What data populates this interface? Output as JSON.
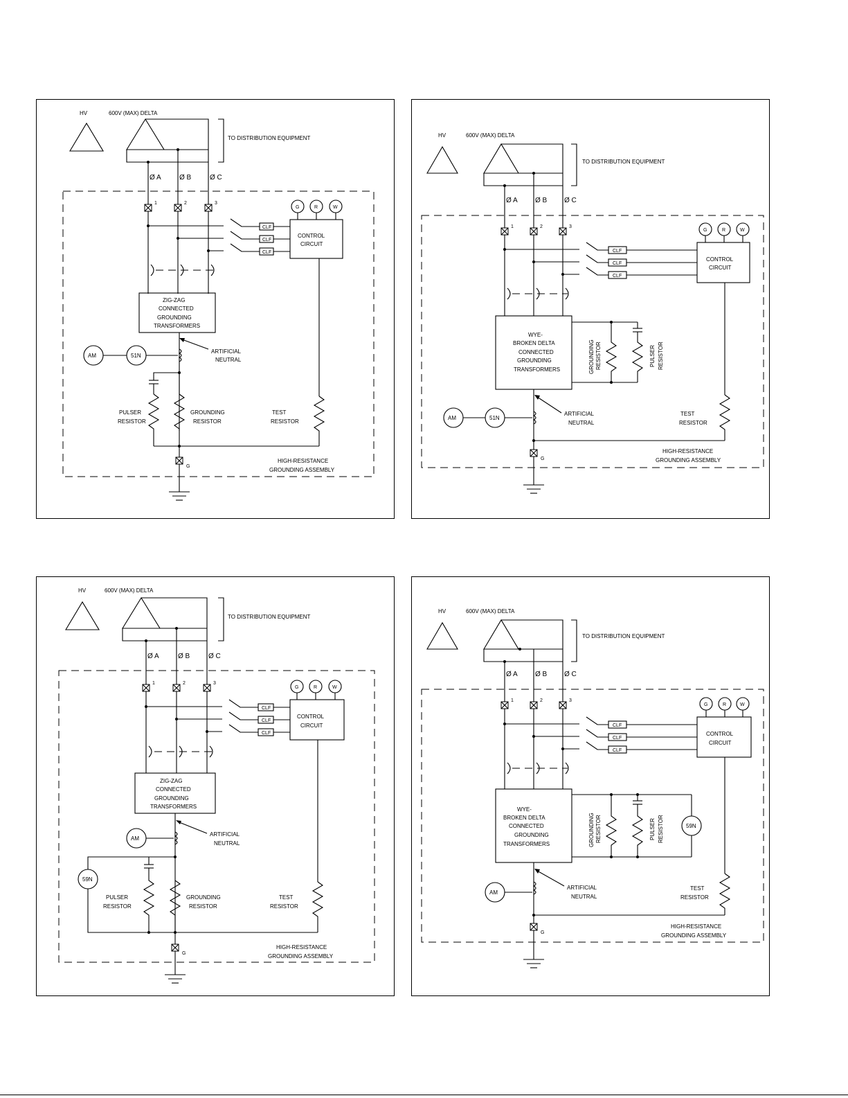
{
  "colors": {
    "ink": "#000000",
    "paper": "#ffffff"
  },
  "diagrams": [
    {
      "hv": "HV",
      "delta": "600V (MAX) DELTA",
      "dist": "TO DISTRIBUTION EQUIPMENT",
      "phases": [
        "Ø A",
        "Ø B",
        "Ø C"
      ],
      "breakers": [
        "1",
        "2",
        "3"
      ],
      "lamps": [
        "G",
        "R",
        "W"
      ],
      "clf": "CLF",
      "control": [
        "CONTROL",
        "CIRCUIT"
      ],
      "transformer": [
        "ZIG-ZAG",
        "CONNECTED",
        "GROUNDING",
        "TRANSFORMERS"
      ],
      "neutral": [
        "ARTIFICIAL",
        "NEUTRAL"
      ],
      "am": "AM",
      "relay": "51N",
      "pulser": [
        "PULSER",
        "RESISTOR"
      ],
      "grounding": [
        "GROUNDING",
        "RESISTOR"
      ],
      "test": [
        "TEST",
        "RESISTOR"
      ],
      "assembly": [
        "HIGH-RESISTANCE",
        "GROUNDING ASSEMBLY"
      ],
      "g": "G"
    },
    {
      "hv": "HV",
      "delta": "600V (MAX) DELTA",
      "dist": "TO DISTRIBUTION EQUIPMENT",
      "phases": [
        "Ø A",
        "Ø B",
        "Ø C"
      ],
      "breakers": [
        "1",
        "2",
        "3"
      ],
      "lamps": [
        "G",
        "R",
        "W"
      ],
      "clf": "CLF",
      "control": [
        "CONTROL",
        "CIRCUIT"
      ],
      "transformer": [
        "WYE-",
        "BROKEN DELTA",
        "CONNECTED",
        "GROUNDING",
        "TRANSFORMERS"
      ],
      "neutral": [
        "ARTIFICIAL",
        "NEUTRAL"
      ],
      "am": "AM",
      "relay": "51N",
      "grounding": [
        "GROUNDING",
        "RESISTOR"
      ],
      "pulser": [
        "PULSER",
        "RESISTOR"
      ],
      "test": [
        "TEST",
        "RESISTOR"
      ],
      "assembly": [
        "HIGH-RESISTANCE",
        "GROUNDING ASSEMBLY"
      ],
      "g": "G"
    },
    {
      "hv": "HV",
      "delta": "600V (MAX) DELTA",
      "dist": "TO DISTRIBUTION EQUIPMENT",
      "phases": [
        "Ø A",
        "Ø B",
        "Ø C"
      ],
      "breakers": [
        "1",
        "2",
        "3"
      ],
      "lamps": [
        "G",
        "R",
        "W"
      ],
      "clf": "CLF",
      "control": [
        "CONTROL",
        "CIRCUIT"
      ],
      "transformer": [
        "ZIG-ZAG",
        "CONNECTED",
        "GROUNDING",
        "TRANSFORMERS"
      ],
      "neutral": [
        "ARTIFICIAL",
        "NEUTRAL"
      ],
      "am": "AM",
      "relay": "59N",
      "pulser": [
        "PULSER",
        "RESISTOR"
      ],
      "grounding": [
        "GROUNDING",
        "RESISTOR"
      ],
      "test": [
        "TEST",
        "RESISTOR"
      ],
      "assembly": [
        "HIGH-RESISTANCE",
        "GROUNDING ASSEMBLY"
      ],
      "g": "G"
    },
    {
      "hv": "HV",
      "delta": "600V (MAX) DELTA",
      "dist": "TO DISTRIBUTION EQUIPMENT",
      "phases": [
        "Ø A",
        "Ø B",
        "Ø C"
      ],
      "breakers": [
        "1",
        "2",
        "3"
      ],
      "lamps": [
        "G",
        "R",
        "W"
      ],
      "clf": "CLF",
      "control": [
        "CONTROL",
        "CIRCUIT"
      ],
      "transformer": [
        "WYE-",
        "BROKEN DELTA",
        "CONNECTED",
        "GROUNDING",
        "TRANSFORMERS"
      ],
      "neutral": [
        "ARTIFICIAL",
        "NEUTRAL"
      ],
      "am": "AM",
      "relay": "59N",
      "grounding": [
        "GROUNDING",
        "RESISTOR"
      ],
      "pulser": [
        "PULSER",
        "RESISTOR"
      ],
      "test": [
        "TEST",
        "RESISTOR"
      ],
      "assembly": [
        "HIGH-RESISTANCE",
        "GROUNDING ASSEMBLY"
      ],
      "g": "G"
    }
  ]
}
